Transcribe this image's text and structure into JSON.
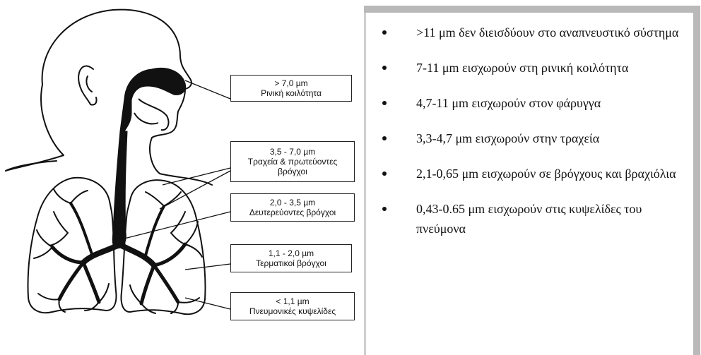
{
  "diagram": {
    "callouts": [
      {
        "lines": [
          "> 7,0 µm",
          "Ρινική κοιλότητα"
        ]
      },
      {
        "lines": [
          "3,5 - 7,0 µm",
          "Τραχεία & πρωτεύοντες",
          "βρόγχοι"
        ]
      },
      {
        "lines": [
          "2,0 - 3,5 µm",
          "Δευτερεύοντες βρόγχοι"
        ]
      },
      {
        "lines": [
          "1,1 - 2,0 µm",
          "Τερματικοί βρόγχοι"
        ]
      },
      {
        "lines": [
          "< 1,1 µm",
          "Πνευμονικές κυψελίδες"
        ]
      }
    ]
  },
  "bullets": [
    ">11 μm δεν διεισδύουν στο αναπνευστικό σύστημα",
    "7-11 μm εισχωρούν στη ρινική κοιλότητα",
    "4,7-11 μm εισχωρούν στον φάρυγγα",
    "3,3-4,7 μm εισχωρούν στην τραχεία",
    "2,1-0,65 μm εισχωρούν σε βρόγχους και βραχιόλια",
    "0,43-0.65 μm εισχωρούν στις κυψελίδες του πνεύμονα"
  ]
}
